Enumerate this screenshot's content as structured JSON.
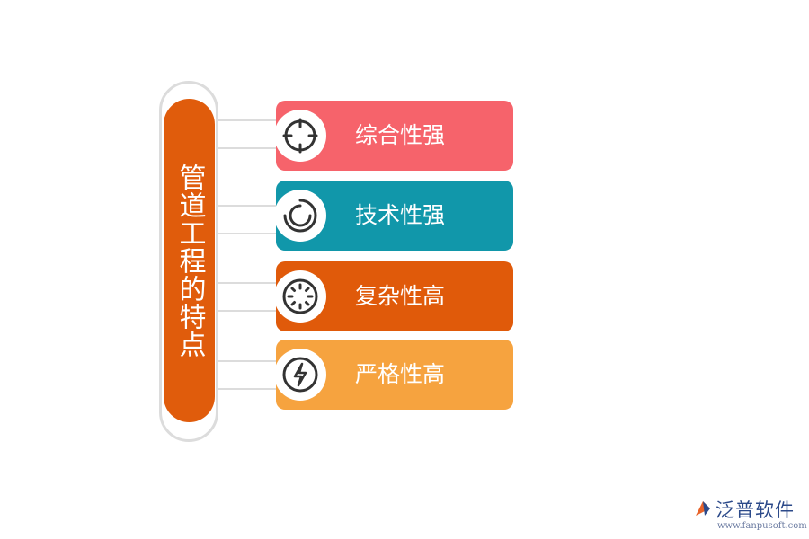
{
  "center": {
    "title": "管道工程的特点"
  },
  "items": [
    {
      "label": "综合性强",
      "icon": "crosshair-icon",
      "color": "#f6636b"
    },
    {
      "label": "技术性强",
      "icon": "circular-arrows-icon",
      "color": "#1197aa"
    },
    {
      "label": "复杂性高",
      "icon": "loading-spinner-icon",
      "color": "#e05a0a"
    },
    {
      "label": "严格性高",
      "icon": "lightning-icon",
      "color": "#f6a33f"
    }
  ],
  "logo": {
    "text": "泛普软件",
    "url": "www.fanpusoft.com"
  }
}
